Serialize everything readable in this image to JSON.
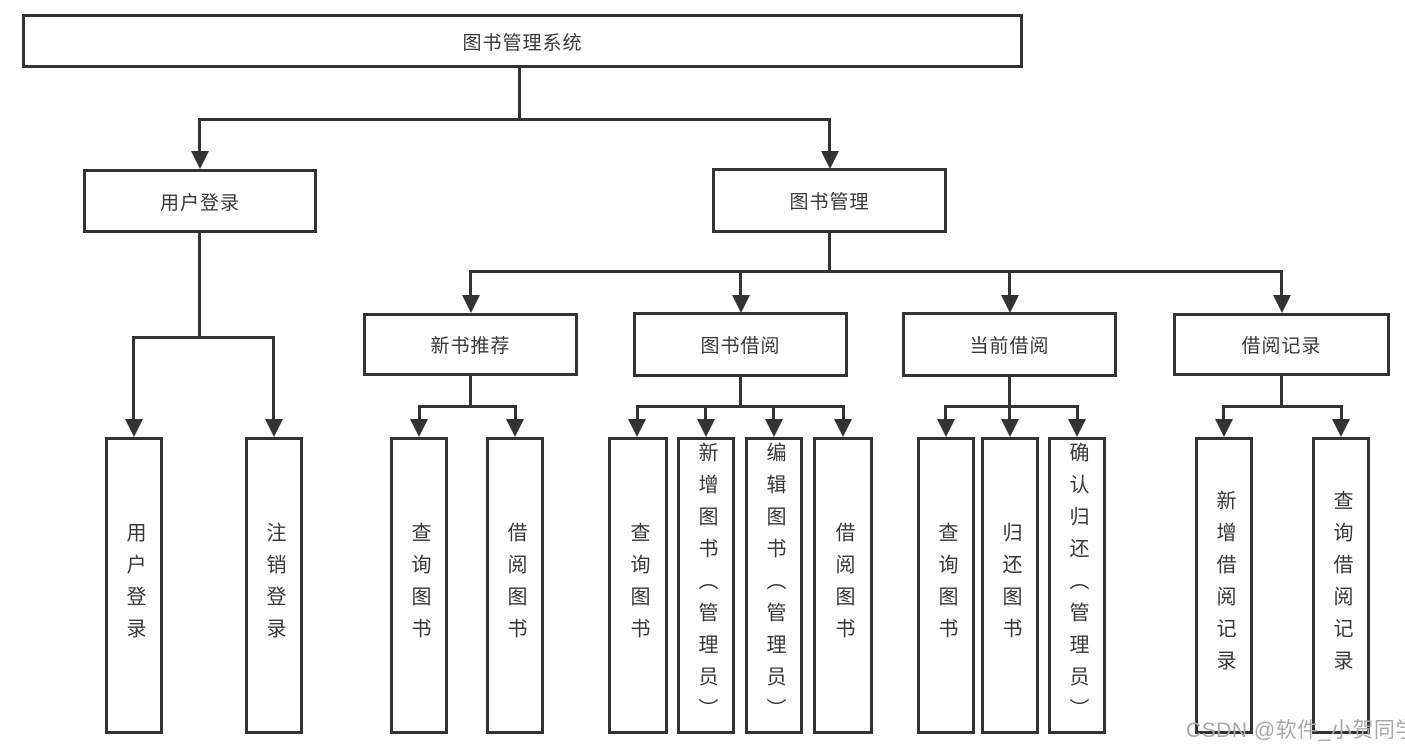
{
  "title": {
    "label": "图书管理系统"
  },
  "level2": {
    "user_login": "用户登录",
    "book_mgmt": "图书管理"
  },
  "level3": {
    "new_books": "新书推荐",
    "book_borrow": "图书借阅",
    "current_borrow": "当前借阅",
    "borrow_records": "借阅记录"
  },
  "leaves": {
    "user_login": [
      "用户登录",
      "注销登录"
    ],
    "new_books": [
      "查询图书",
      "借阅图书"
    ],
    "book_borrow": [
      "查询图书",
      "新增图书（管理员）",
      "编辑图书（管理员）",
      "借阅图书"
    ],
    "current_borrow": [
      "查询图书",
      "归还图书",
      "确认归还（管理员）"
    ],
    "borrow_records": [
      "新增借阅记录",
      "查询借阅记录"
    ]
  },
  "watermark": "CSDN @软件_小贺同学",
  "colors": {
    "line": "#333333",
    "text": "#383838",
    "watermark": "#a9a9a9",
    "background": "#ffffff"
  }
}
